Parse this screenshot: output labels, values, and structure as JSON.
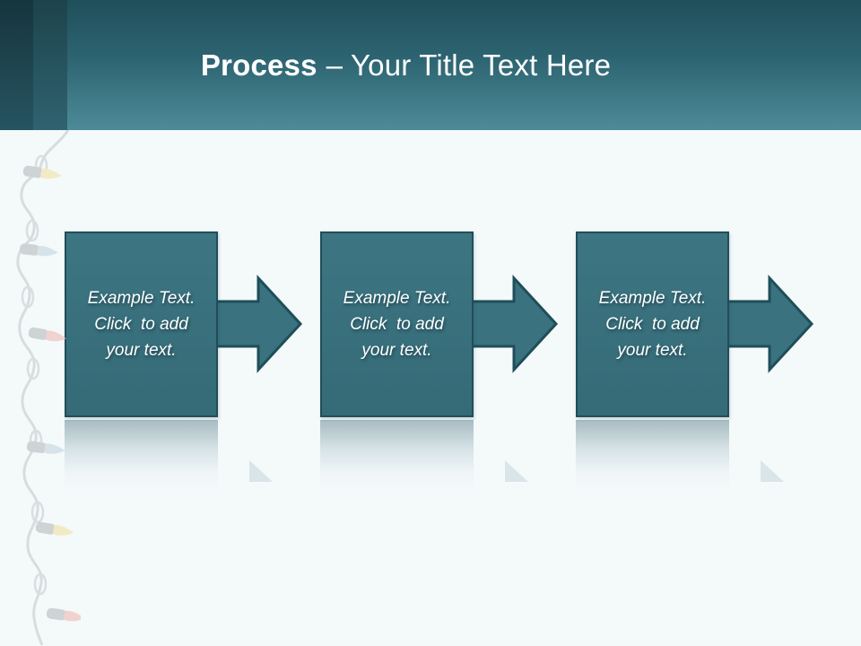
{
  "slide": {
    "title": {
      "keyword": "Process",
      "rest": "– Your Title Text Here"
    },
    "colors": {
      "background": "#f4f9fa",
      "header_gradient_top": "#1f4f5b",
      "header_gradient_bottom": "#4d8b98",
      "left_band_dark": "#16353d",
      "left_band_mid": "#1d434c",
      "shape_fill": "#3a7280",
      "shape_border": "#1f4e59",
      "title_text": "#ffffff",
      "step_text": "#ffffff"
    }
  },
  "steps": [
    {
      "line1": "Example Text.",
      "line2": "Click  to add",
      "line3": "your text."
    },
    {
      "line1": "Example Text.",
      "line2": "Click  to add",
      "line3": "your text."
    },
    {
      "line1": "Example Text.",
      "line2": "Click  to add",
      "line3": "your text."
    }
  ],
  "decor": {
    "light_string": "christmas-lights",
    "wire_color": "#c6ccd0",
    "socket_color": "#b7bdc0",
    "bulb_colors": [
      "#f0e3a6",
      "#c5d6e0",
      "#efbbb4",
      "#c5d6e0",
      "#f0e3a6",
      "#efbbb4"
    ],
    "reflection_tint": "#5a7e88"
  }
}
